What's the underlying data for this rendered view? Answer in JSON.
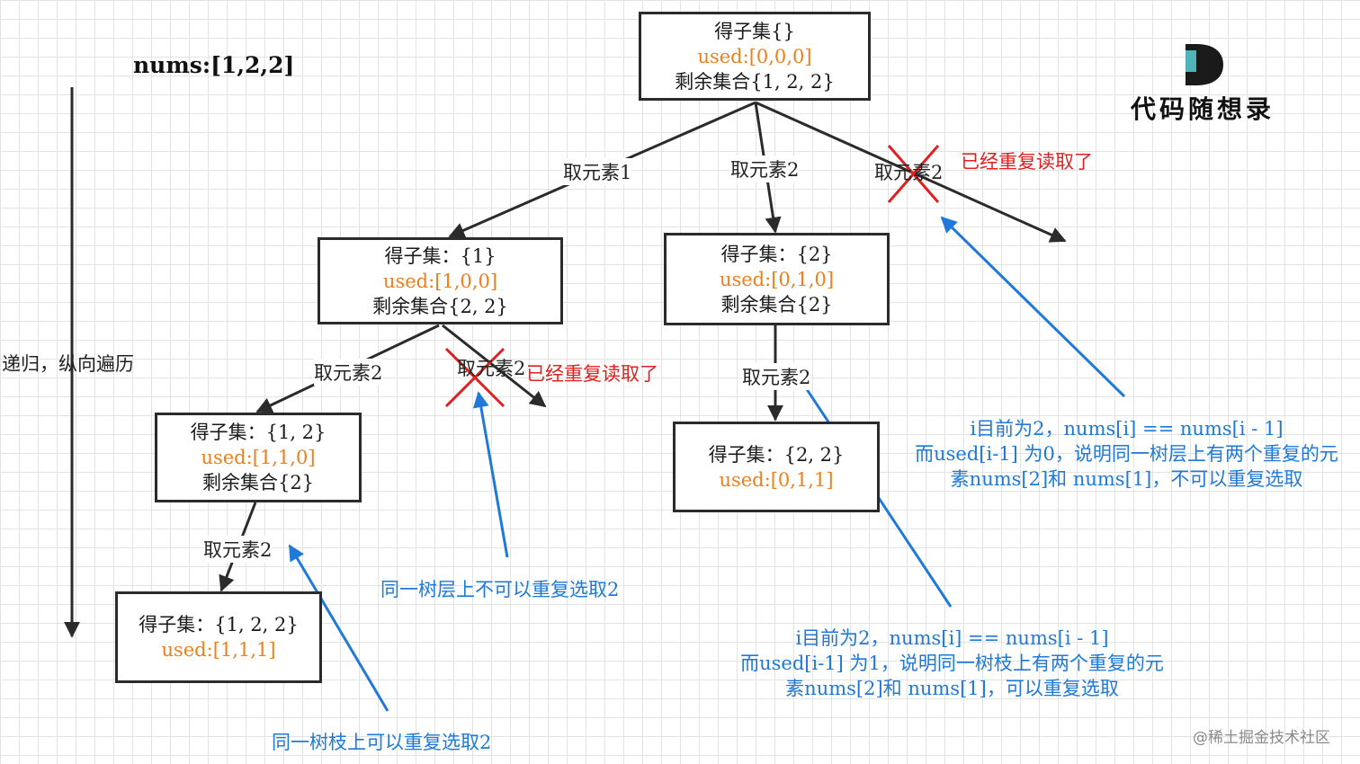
{
  "title": "nums:[1,2,2]",
  "side_label": "递归，纵向遍历",
  "logo": {
    "letter": "D",
    "text": "代码随想录"
  },
  "watermark": "@稀土掘金技术社区",
  "nodes": {
    "root": {
      "subset": "得子集{}",
      "used": "used:[0,0,0]",
      "rest": "剩余集合{1, 2, 2}"
    },
    "n1": {
      "subset": "得子集：{1}",
      "used": "used:[1,0,0]",
      "rest": "剩余集合{2, 2}"
    },
    "n2": {
      "subset": "得子集：{2}",
      "used": "used:[0,1,0]",
      "rest": "剩余集合{2}"
    },
    "n12": {
      "subset": "得子集：{1, 2}",
      "used": "used:[1,1,0]",
      "rest": "剩余集合{2}"
    },
    "n22": {
      "subset": "得子集：{2, 2}",
      "used": "used:[0,1,1]"
    },
    "n122": {
      "subset": "得子集：{1, 2, 2}",
      "used": "used:[1,1,1]"
    }
  },
  "edge_labels": {
    "take1": "取元素1",
    "take2_mid": "取元素2",
    "take2_right": "取元素2",
    "take2_left": "取元素2",
    "take2_pruned": "取元素2",
    "take2_n2": "取元素2",
    "take2_n12": "取元素2"
  },
  "notes": {
    "dup_right": "已经重复读取了",
    "dup_left": "已经重复读取了",
    "same_level": "同一树层上不可以重复选取2",
    "same_branch": "同一树枝上可以重复选取2",
    "explain_level": [
      "i目前为2，nums[i] == nums[i - 1]",
      "而used[i-1] 为0，说明同一树层上有两个重复的元",
      "素nums[2]和 nums[1]，不可以重复选取"
    ],
    "explain_branch": [
      "i目前为2，nums[i] == nums[i - 1]",
      "而used[i-1] 为1，说明同一树枝上有两个重复的元",
      "素nums[2]和 nums[1]，可以重复选取"
    ]
  },
  "colors": {
    "red": "#e02020",
    "blue": "#1f79d8",
    "orange": "#f07f1a",
    "logo_teal": "#4fb3b8"
  }
}
